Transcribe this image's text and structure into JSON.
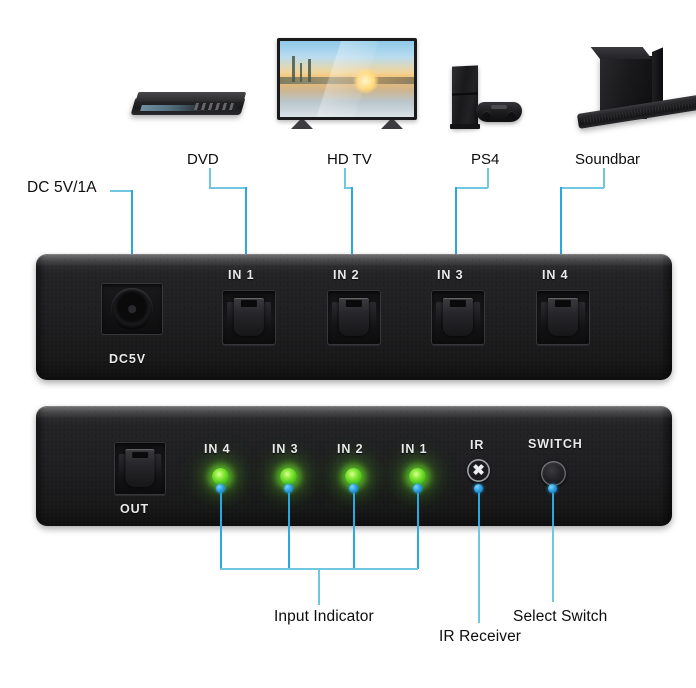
{
  "diagram": {
    "title": "4-port optical audio switch connection diagram",
    "accent_line_color": "#72c7e0",
    "accent_dot_color": "#29a9e0",
    "led_color": "#6ee12d",
    "chassis_color": "#1e1e20"
  },
  "sources": [
    {
      "id": "dvd",
      "caption": "DVD",
      "icon": "dvd-player-icon"
    },
    {
      "id": "hdtv",
      "caption": "HD TV",
      "icon": "television-icon"
    },
    {
      "id": "ps4",
      "caption": "PS4",
      "icon": "game-console-icon"
    },
    {
      "id": "soundbar",
      "caption": "Soundbar",
      "icon": "soundbar-icon"
    }
  ],
  "front_panel": {
    "power_label": "DC 5V/1A",
    "power_port_silk": "DC5V",
    "inputs": [
      {
        "silk": "IN 1",
        "source_caption": "DVD"
      },
      {
        "silk": "IN 2",
        "source_caption": "HD TV"
      },
      {
        "silk": "IN 3",
        "source_caption": "PS4"
      },
      {
        "silk": "IN 4",
        "source_caption": "Soundbar"
      }
    ]
  },
  "rear_panel": {
    "output_silk": "OUT",
    "indicators": [
      {
        "silk": "IN 4"
      },
      {
        "silk": "IN 3"
      },
      {
        "silk": "IN 2"
      },
      {
        "silk": "IN 1"
      }
    ],
    "ir_silk": "IR",
    "ir_glyph": "✖",
    "switch_silk": "SWITCH"
  },
  "callouts": {
    "input_indicator": "Input Indicator",
    "ir_receiver": "IR Receiver",
    "select_switch": "Select Switch"
  }
}
